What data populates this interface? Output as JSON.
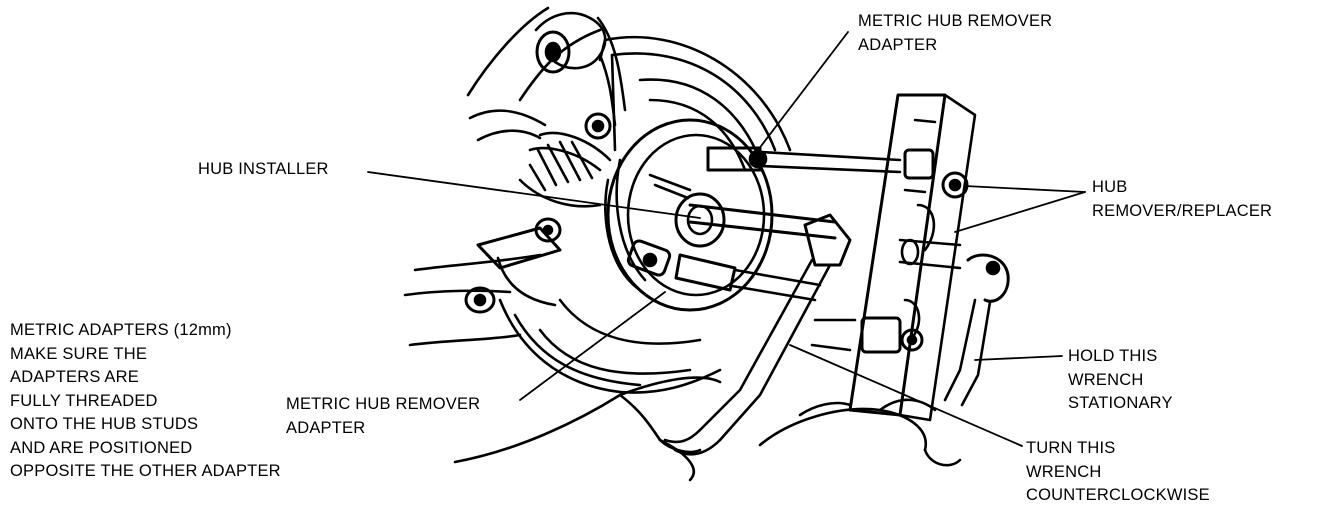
{
  "labels": {
    "metric_hub_remover_top": [
      "METRIC HUB REMOVER",
      "ADAPTER"
    ],
    "hub_installer": [
      "HUB INSTALLER"
    ],
    "hub_remover_replacer": [
      "HUB",
      "REMOVER/REPLACER"
    ],
    "metric_adapters_note": [
      "METRIC ADAPTERS (12mm)",
      "MAKE SURE THE",
      "ADAPTERS ARE",
      "FULLY THREADED",
      "ONTO THE HUB STUDS",
      "AND ARE POSITIONED",
      "OPPOSITE THE OTHER ADAPTER"
    ],
    "metric_hub_remover_bottom": [
      "METRIC HUB REMOVER",
      "ADAPTER"
    ],
    "hold_wrench": [
      "HOLD THIS",
      "WRENCH",
      "STATIONARY"
    ],
    "turn_wrench": [
      "TURN THIS",
      "WRENCH",
      "COUNTERCLOCKWISE"
    ]
  },
  "colors": {
    "ink": "#000000",
    "paper": "#ffffff"
  }
}
